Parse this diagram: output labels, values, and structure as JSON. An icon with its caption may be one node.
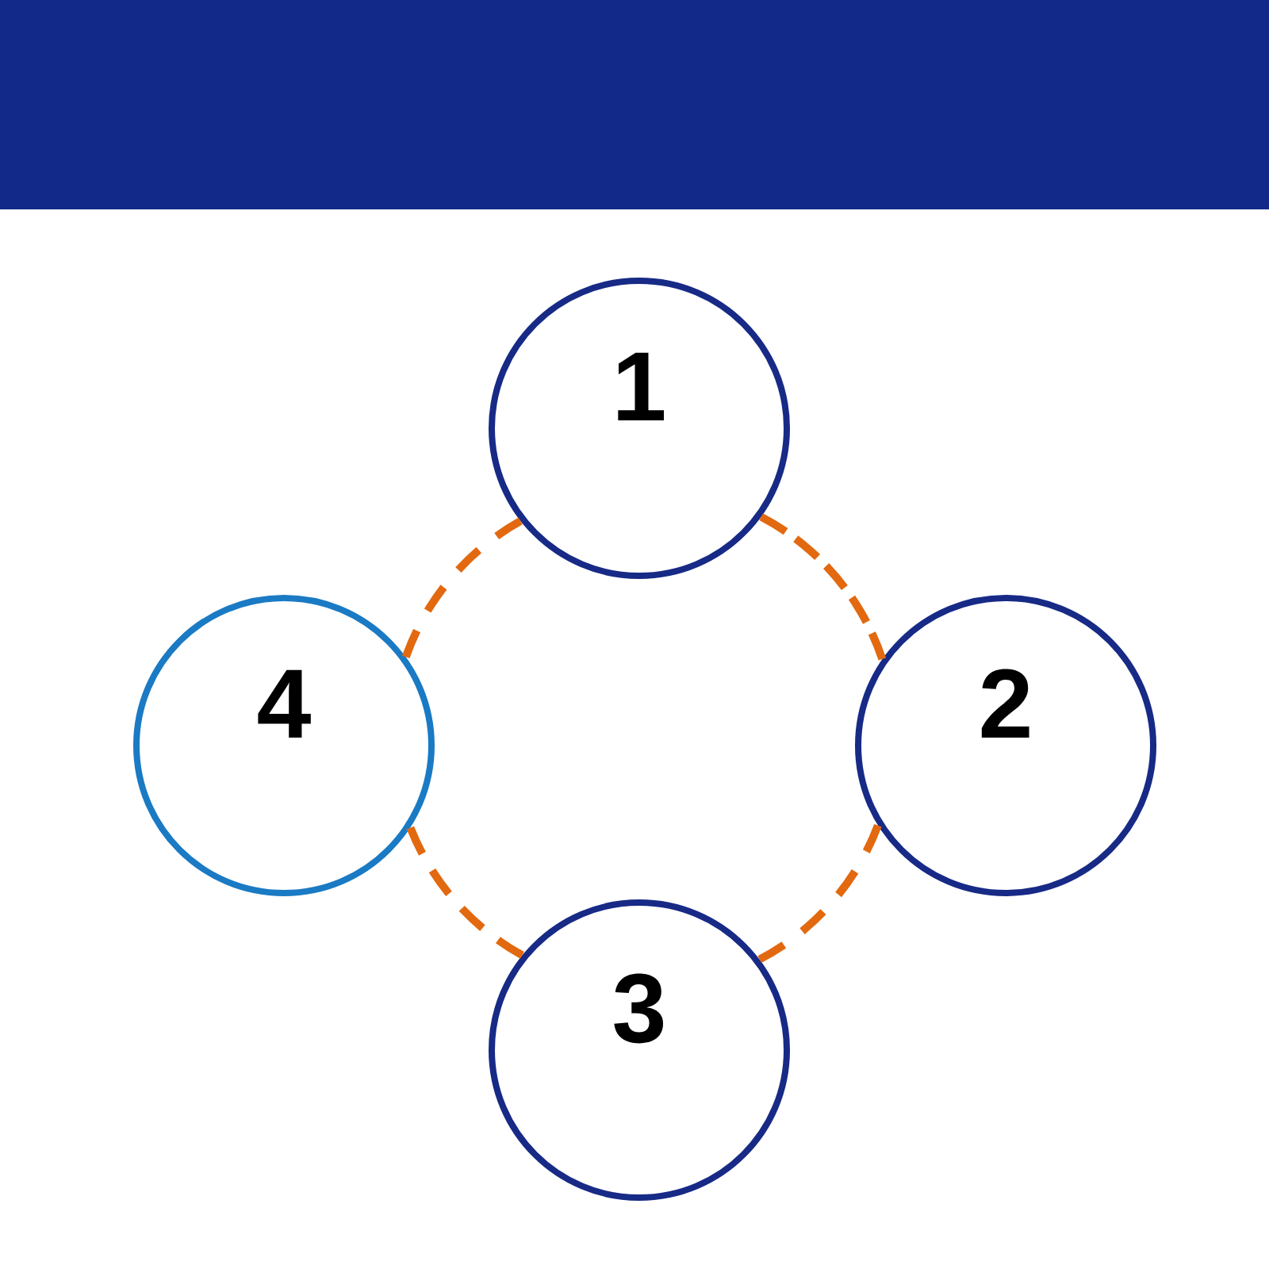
{
  "diagram": {
    "nodes": [
      {
        "text": [
          "1"
        ]
      },
      {
        "text": [
          "2"
        ]
      },
      {
        "text": [
          "3"
        ]
      },
      {
        "text": [
          "4"
        ]
      }
    ],
    "edges": [
      {
        "from": 0,
        "to": 1,
        "arrow": "none",
        "style": "dashed"
      },
      {
        "from": 1,
        "to": 2,
        "arrow": "none",
        "style": "dashed"
      },
      {
        "from": 2,
        "to": 3,
        "arrow": "none",
        "style": "dashed"
      },
      {
        "from": 3,
        "to": 0,
        "arrow": "none",
        "style": "dashed"
      }
    ]
  }
}
